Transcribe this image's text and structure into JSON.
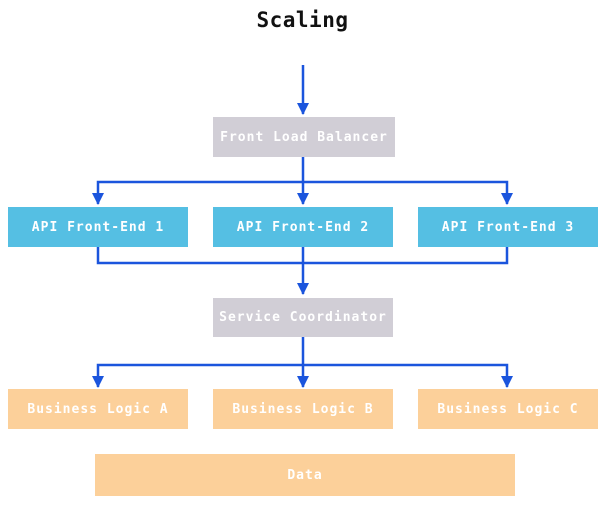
{
  "title": "Scaling",
  "colors": {
    "arrow": "#1b55dd",
    "load_balancer_fill": "#d1ced6",
    "api_fill": "#55bfe3",
    "logic_fill": "#fcd09a",
    "node_text": "#ffffff",
    "title_text": "#111111",
    "background": "#ffffff"
  },
  "nodes": {
    "front_load_balancer": {
      "label": "Front Load Balancer"
    },
    "api_front_end_1": {
      "label": "API Front-End 1"
    },
    "api_front_end_2": {
      "label": "API Front-End 2"
    },
    "api_front_end_3": {
      "label": "API Front-End 3"
    },
    "service_coordinator": {
      "label": "Service Coordinator"
    },
    "business_logic_a": {
      "label": "Business Logic A"
    },
    "business_logic_b": {
      "label": "Business Logic B"
    },
    "business_logic_c": {
      "label": "Business Logic C"
    },
    "data_store": {
      "label": "Data"
    }
  }
}
